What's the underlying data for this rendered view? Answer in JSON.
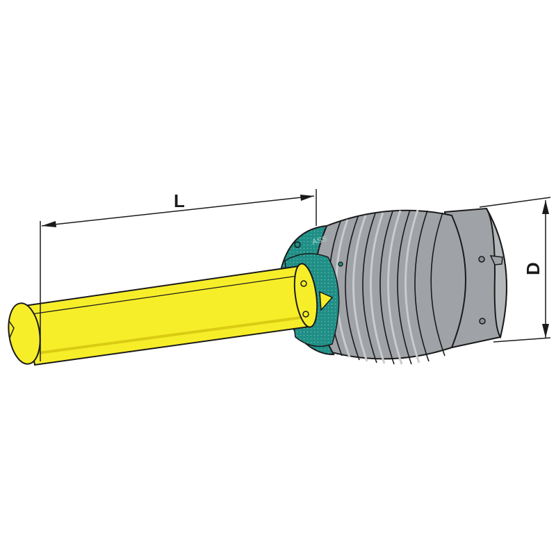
{
  "dimensions": {
    "length_label": "L",
    "diameter_label": "D"
  },
  "cone_text": "ASS",
  "colors": {
    "tube": "#f7ee2a",
    "tube_dark": "#d9cc12",
    "bellows": "#9fa2a6",
    "bellows_dark": "#7d8084",
    "cone": "#1f8f86",
    "outline": "#1a1a1a"
  }
}
